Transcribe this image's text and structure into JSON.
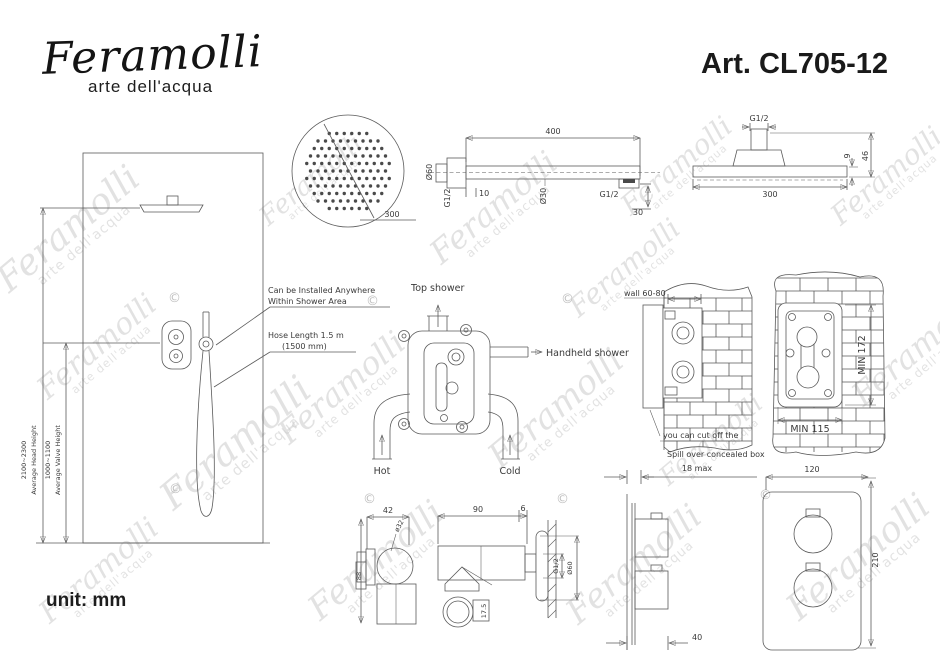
{
  "header": {
    "brand": "Feramolli",
    "brand_tagline": "arte dell'acqua",
    "article_prefix": "Art.",
    "article_code": "CL705-12"
  },
  "footer": {
    "unit_note": "unit: mm"
  },
  "watermark": {
    "script": "Feramolli",
    "tagline": "arte dell'acqua",
    "copyright": "©",
    "color": "#c7c7c7"
  },
  "colors": {
    "line": "#5a5a5a",
    "dim_text": "#3a3a3a",
    "background": "#ffffff"
  },
  "drawings": {
    "installation_view": {
      "head_height_range": "2100~2300",
      "head_height_label": "Average Head Height",
      "valve_height_range": "1000~1100",
      "valve_height_label": "Average Valve Height",
      "install_note_line1": "Can be Installed Anywhere",
      "install_note_line2": "Within Shower Area",
      "hose_note_line1": "Hose Length 1.5 m",
      "hose_note_line2": "(1500 mm)"
    },
    "shower_head_top_view": {
      "diameter": "300"
    },
    "shower_arm_view": {
      "length": "400",
      "flange_diameter": "Ø60",
      "wall_thread": "G1/2",
      "flange_offset": "10",
      "pipe_diameter": "Ø30",
      "head_thread": "G1/2",
      "drop": "30"
    },
    "shower_head_side_view": {
      "thread": "G1/2",
      "edge_thickness": "9",
      "total_height": "46",
      "width": "300"
    },
    "valve_box_view": {
      "top_outlet": "Top shower",
      "side_outlet": "Handheld shower",
      "inlet_left": "Hot",
      "inlet_right": "Cold"
    },
    "wall_section_view": {
      "wall_label": "wall 60-80",
      "cut_note_line1": "you can cut off the",
      "cut_note_line2": "Spill over concealed box"
    },
    "wall_front_view": {
      "min_height": "MIN 172",
      "min_width": "MIN 115"
    },
    "holder_front_view": {
      "width": "42",
      "knob_diameter": "ø32",
      "height": "88"
    },
    "holder_side_view": {
      "depth": "90",
      "plate_gap": "6",
      "thread": "G1/2",
      "flange_diameter": "Ø60",
      "hook_depth": "17.5"
    },
    "trim_side_view": {
      "protrusion": "18 max",
      "knob_depth": "40"
    },
    "trim_front_view": {
      "plate_width": "120",
      "plate_height": "210"
    }
  }
}
